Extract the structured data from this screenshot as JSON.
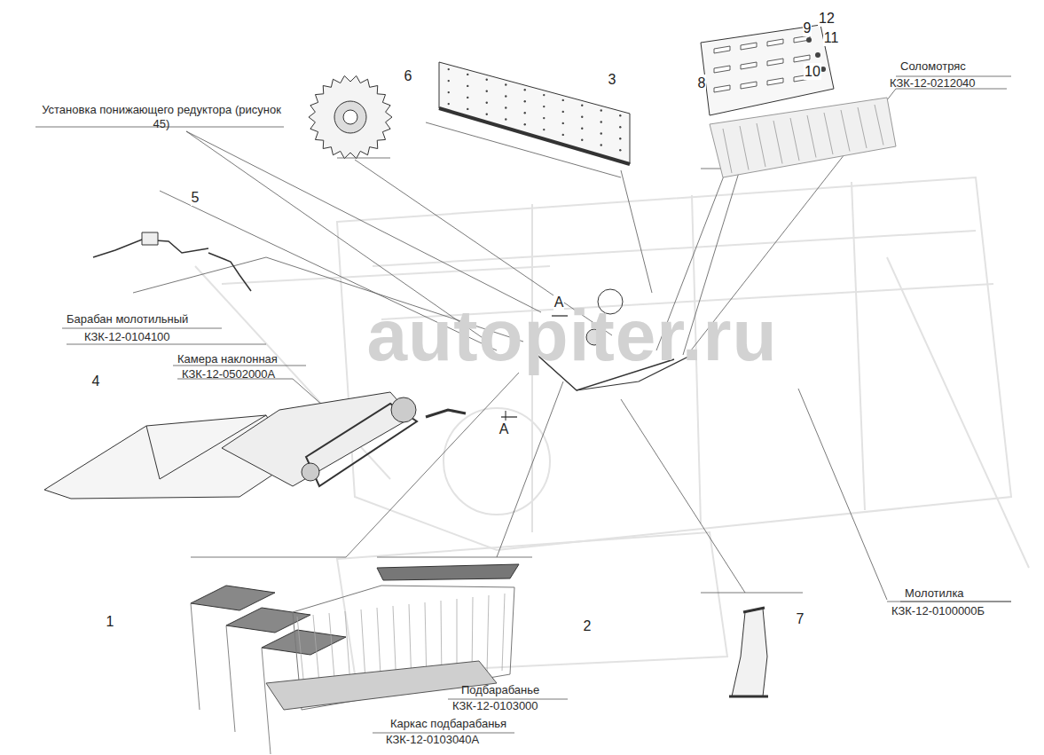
{
  "diagram": {
    "labels": [
      "Установка понижающего редуктора (рисунок 45)",
      "Соломотряс",
      "КЗК-12-0212040",
      "Барабан молотильный",
      "КЗК-12-0104100",
      "Камера наклонная",
      "КЗК-12-0502000А",
      "Молотилка",
      "КЗК-12-0100000Б",
      "Подбарабанье",
      "КЗК-12-0103000",
      "Каркас подбарабанья",
      "КЗК-12-0103040А",
      "1",
      "2",
      "3",
      "4",
      "5",
      "6",
      "7",
      "8",
      "9",
      "10",
      "11",
      "12",
      "A",
      "A",
      "autopiter.ru"
    ]
  }
}
